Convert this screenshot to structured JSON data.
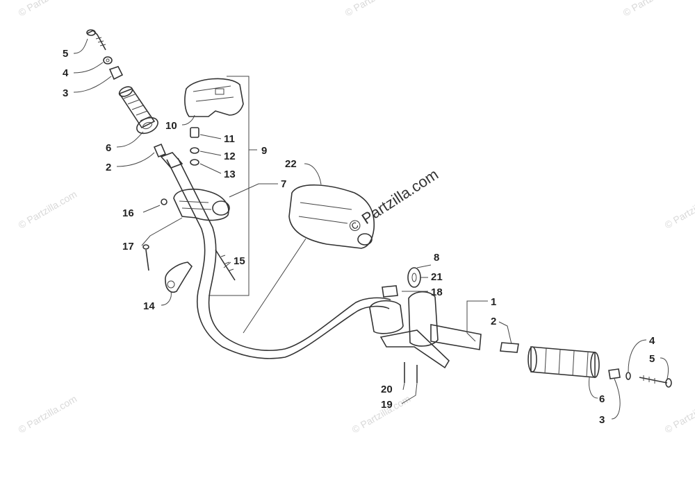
{
  "watermark": {
    "text": "© Partzilla.com",
    "main_text": "© Partzilla.com"
  },
  "callouts": {
    "c5a": "5",
    "c4a": "4",
    "c3a": "3",
    "c6a": "6",
    "c2a": "2",
    "c10": "10",
    "c11": "11",
    "c12": "12",
    "c13": "13",
    "c9": "9",
    "c7": "7",
    "c22": "22",
    "c16": "16",
    "c17": "17",
    "c15": "15",
    "c14": "14",
    "c8": "8",
    "c21": "21",
    "c18": "18",
    "c1": "1",
    "c2b": "2",
    "c4b": "4",
    "c5b": "5",
    "c20": "20",
    "c19": "19",
    "c6b": "6",
    "c3b": "3"
  }
}
